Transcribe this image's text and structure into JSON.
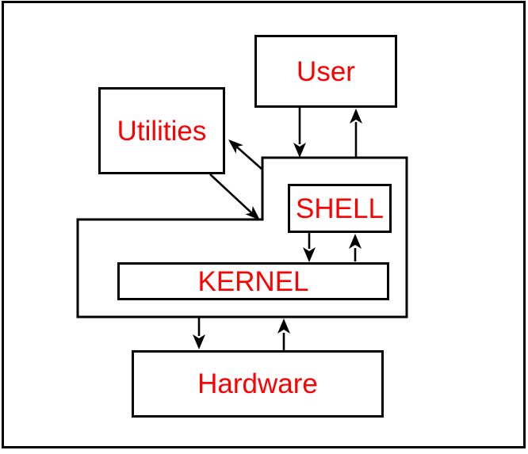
{
  "diagram": {
    "type": "flowchart",
    "subject": "Operating system architecture layers",
    "nodes": {
      "user": {
        "label": "User"
      },
      "utilities": {
        "label": "Utilities"
      },
      "shell": {
        "label": "SHELL"
      },
      "kernel": {
        "label": "KERNEL"
      },
      "hardware": {
        "label": "Hardware"
      },
      "os_boundary": {
        "label": ""
      }
    },
    "edges": [
      {
        "from": "User",
        "to": "OS boundary",
        "arrow": "down"
      },
      {
        "from": "OS boundary",
        "to": "User",
        "arrow": "up"
      },
      {
        "from": "OS boundary",
        "to": "Utilities",
        "arrow": "diagonal-up-left"
      },
      {
        "from": "Utilities",
        "to": "OS boundary",
        "arrow": "diagonal-down-right"
      },
      {
        "from": "SHELL",
        "to": "KERNEL",
        "arrow": "down"
      },
      {
        "from": "KERNEL",
        "to": "SHELL",
        "arrow": "up"
      },
      {
        "from": "OS boundary",
        "to": "Hardware",
        "arrow": "down"
      },
      {
        "from": "Hardware",
        "to": "OS boundary",
        "arrow": "up"
      }
    ]
  },
  "colors": {
    "label_text": "#ff0000",
    "line": "#000000",
    "background": "#ffffff"
  }
}
